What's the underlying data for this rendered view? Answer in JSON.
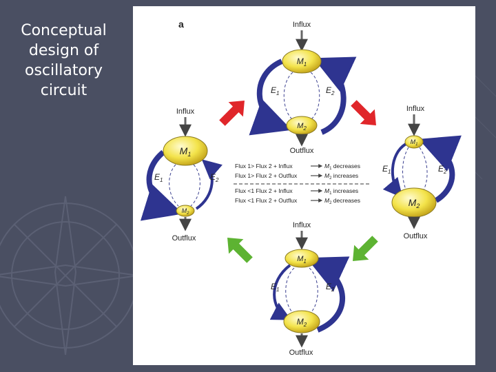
{
  "slide_title": "Conceptual design of oscillatory circuit",
  "figure": {
    "panel_label": "a",
    "colors": {
      "background": "#4a4f62",
      "node_fill": "#f3e34a",
      "loop_arrow": "#2e3490",
      "transition_red": "#e0262a",
      "transition_green": "#5db332"
    },
    "states": [
      {
        "position": "top",
        "influx": "Influx",
        "outflux": "Outflux",
        "m1": "M",
        "m1_sub": "1",
        "m2": "M",
        "m2_sub": "2",
        "e1": "E",
        "e1_sub": "1",
        "e2": "E",
        "e2_sub": "2"
      },
      {
        "position": "left",
        "influx": "Influx",
        "outflux": "Outflux",
        "m1": "M",
        "m1_sub": "1",
        "m2": "M",
        "m2_sub": "2",
        "e1": "E",
        "e1_sub": "1",
        "e2": "E",
        "e2_sub": "2"
      },
      {
        "position": "right",
        "influx": "Influx",
        "outflux": "Outflux",
        "m1": "M",
        "m1_sub": "1",
        "m2": "M",
        "m2_sub": "2",
        "e1": "E",
        "e1_sub": "1",
        "e2": "E",
        "e2_sub": "2"
      },
      {
        "position": "bottom",
        "influx": "Influx",
        "outflux": "Outflux",
        "m1": "M",
        "m1_sub": "1",
        "m2": "M",
        "m2_sub": "2",
        "e1": "E",
        "e1_sub": "1",
        "e2": "E",
        "e2_sub": "2"
      }
    ],
    "legend": [
      {
        "condition": "Flux 1> Flux 2 + Influx",
        "result": "M",
        "result_sub": "1",
        "effect": " decreases"
      },
      {
        "condition": "Flux 1> Flux 2 + Outflux",
        "result": "M",
        "result_sub": "2",
        "effect": " increases"
      },
      {
        "condition": "Flux <1 Flux 2 + Influx",
        "result": "M",
        "result_sub": "1",
        "effect": " increases"
      },
      {
        "condition": "Flux <1 Flux 2 + Outflux",
        "result": "M",
        "result_sub": "2",
        "effect": " decreases"
      }
    ]
  }
}
